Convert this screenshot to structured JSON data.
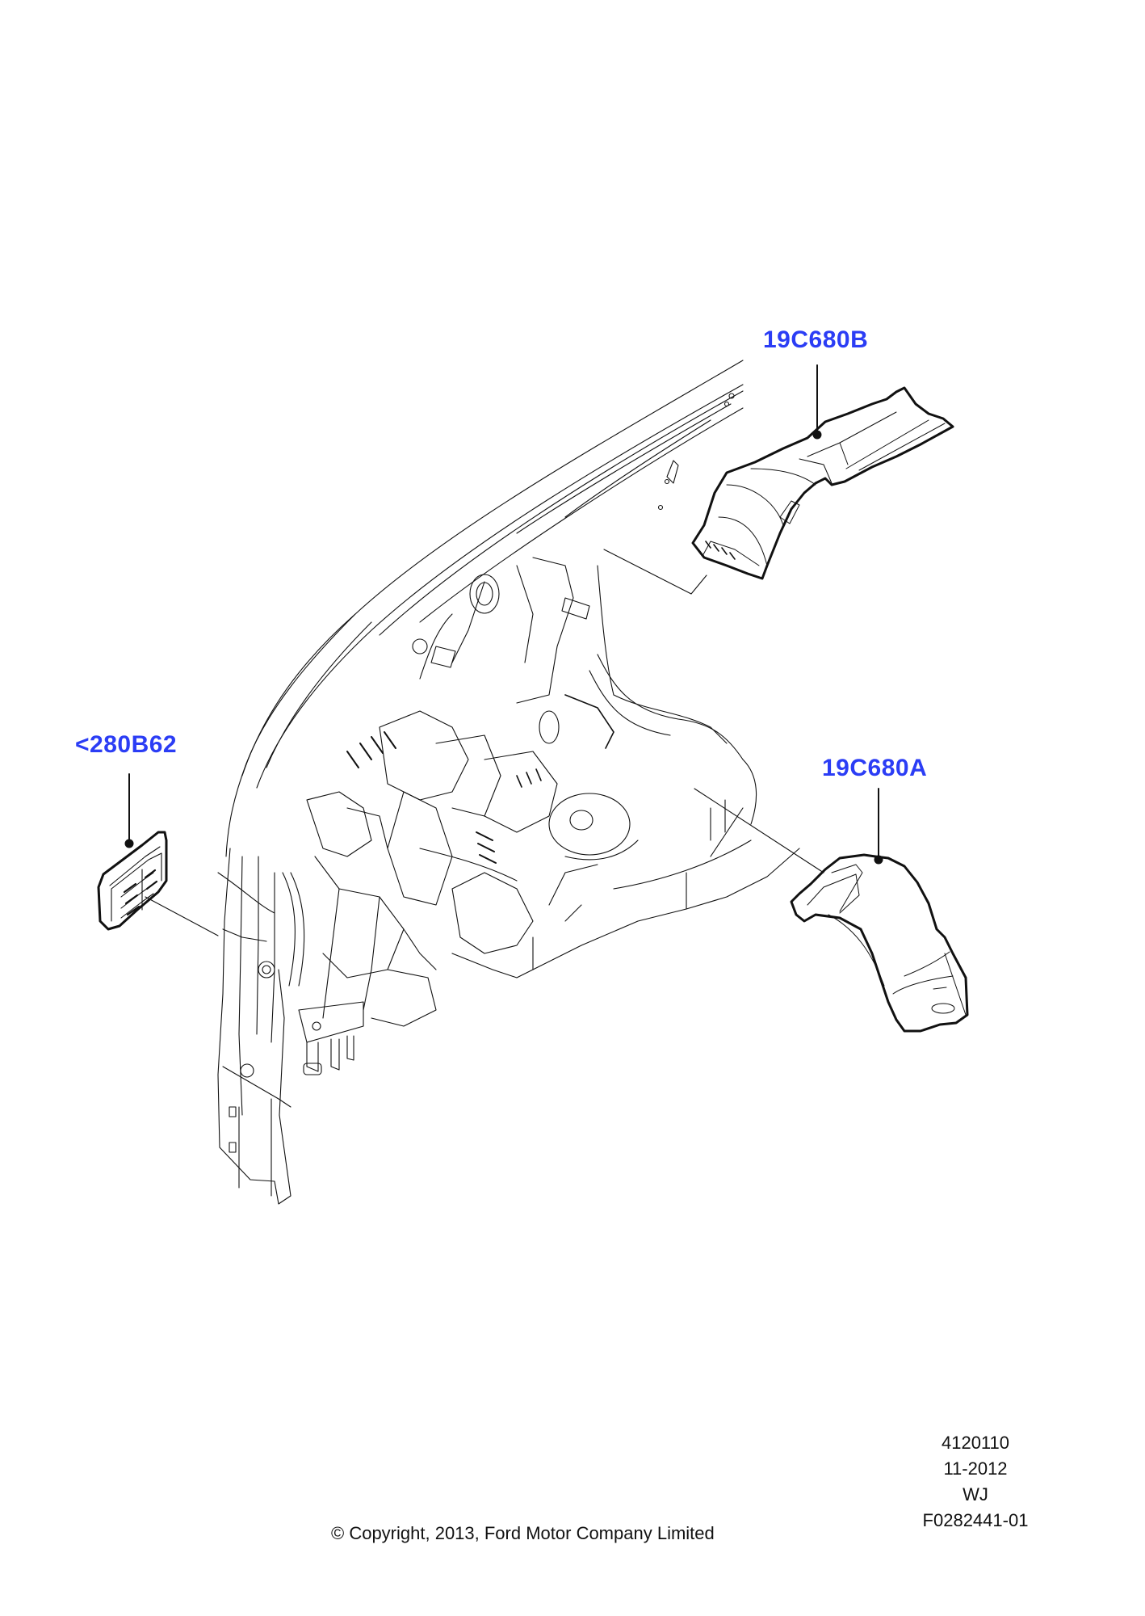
{
  "diagram": {
    "type": "exploded-parts-illustration",
    "subject": "vehicle rear body / interior air ducts and vent grille",
    "label_color": "#2B3DF5",
    "line_color": "#111111",
    "callouts": [
      {
        "id": "19C680B",
        "label": "19C680B",
        "part": "upper air duct"
      },
      {
        "id": "19C680A",
        "label": "19C680A",
        "part": "lower air duct"
      },
      {
        "id": "280B62",
        "label": "<280B62",
        "part": "vent grille"
      }
    ]
  },
  "meta": {
    "illustration_number": "4120110",
    "date": "11-2012",
    "model_code": "WJ",
    "figure_id": "F0282441-01"
  },
  "footer": {
    "copyright": "© Copyright, 2013, Ford Motor Company Limited"
  }
}
